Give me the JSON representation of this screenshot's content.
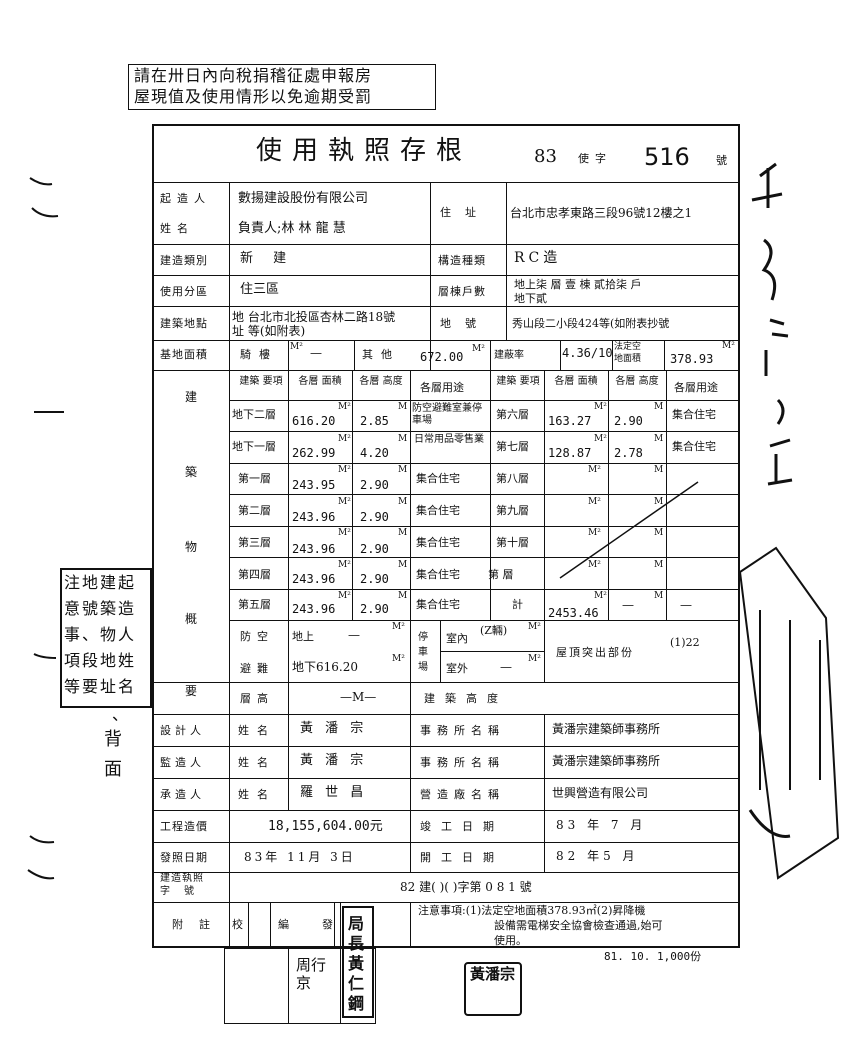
{
  "notice": {
    "line1": "請在卅日內向稅捐稽征處申報房",
    "line2": "屋現值及使用情形以免逾期受罰"
  },
  "header": {
    "title": "使用執照存根",
    "year": "83",
    "word": "使字",
    "number": "516",
    "suffix": "號"
  },
  "owner": {
    "label_top": "起造人",
    "label_bottom": "姓名",
    "company": "數揚建設股份有限公司",
    "rep": "負責人;林 林 龍 慧",
    "addr_label": "住址",
    "addr": "台北市忠孝東路三段96號12樓之1"
  },
  "row_build": {
    "label": "建造類別",
    "value": "新 建",
    "label2": "構造種類",
    "value2": "RC造"
  },
  "row_zone": {
    "label": "使用分區",
    "value": "住三區",
    "label2": "層棟戶數",
    "value2a": "地上柒  層  壹    棟  貳拾柒  戶",
    "value2b": "地下貳"
  },
  "row_site": {
    "label": "建築地點",
    "value1": "地 台北市北投區杏林二路18號",
    "value2": "址 等(如附表)",
    "label2": "地號",
    "value3": "秀山段二小段424等(如附表抄號"
  },
  "row_area": {
    "label": "基地面積",
    "l1": "騎樓",
    "l2": "其他",
    "other": "672.00",
    "label3": "建蔽率",
    "ratio": "4.36/10",
    "label4a": "法定空",
    "label4b": "地面積",
    "legal": "378.93"
  },
  "units": {
    "m2": "M²",
    "m": "M"
  },
  "bldg": {
    "side_label": [
      "建",
      "築",
      "物",
      "概",
      "要"
    ],
    "h1": "建築 要項",
    "h2": "各層 面積",
    "h3": "各層 高度",
    "h4": "各層用途",
    "left": [
      {
        "floor": "地下二層",
        "area": "616.20",
        "height": "2.85",
        "use": "防空避難室兼停車場"
      },
      {
        "floor": "地下一層",
        "area": "262.99",
        "height": "4.20",
        "use": "日常用品零售業"
      },
      {
        "floor": "第一層",
        "area": "243.95",
        "height": "2.90",
        "use": "集合住宅"
      },
      {
        "floor": "第二層",
        "area": "243.96",
        "height": "2.90",
        "use": "集合住宅"
      },
      {
        "floor": "第三層",
        "area": "243.96",
        "height": "2.90",
        "use": "集合住宅"
      },
      {
        "floor": "第四層",
        "area": "243.96",
        "height": "2.90",
        "use": "集合住宅"
      },
      {
        "floor": "第五層",
        "area": "243.96",
        "height": "2.90",
        "use": "集合住宅"
      }
    ],
    "right": [
      {
        "floor": "第六層",
        "area": "163.27",
        "height": "2.90",
        "use": "集合住宅"
      },
      {
        "floor": "第七層",
        "area": "128.87",
        "height": "2.78",
        "use": "集合住宅"
      },
      {
        "floor": "第八層",
        "area": "",
        "height": "",
        "use": ""
      },
      {
        "floor": "第九層",
        "area": "",
        "height": "",
        "use": ""
      },
      {
        "floor": "第十層",
        "area": "",
        "height": "",
        "use": ""
      },
      {
        "floor": "第  層",
        "area": "",
        "height": "",
        "use": ""
      },
      {
        "floor": "計",
        "area": "2453.46",
        "height": "—",
        "use": "—"
      }
    ],
    "shelter_l1": "防空",
    "shelter_l2": "避難",
    "shelter_up": "地上",
    "shelter_up_v": "—",
    "shelter_dn": "地下616.20",
    "park_label": "停車場",
    "park_in": "室內",
    "park_in_v": "(Z輛)",
    "park_out": "室外",
    "park_out_v": "—",
    "roof": "屋頂突出部份",
    "roof_v": "(1)22",
    "floors_label": "層高",
    "floors_v": "—M—",
    "bheight_label": "建築高度"
  },
  "designer": {
    "label": "設計人",
    "name_label": "姓名",
    "name": "黃 潘 宗",
    "office_label": "事務所名稱",
    "office": "黃潘宗建築師事務所"
  },
  "supervisor": {
    "label": "監造人",
    "name_label": "姓名",
    "name": "黃 潘 宗",
    "office_label": "事務所名稱",
    "office": "黃潘宗建築師事務所"
  },
  "contractor": {
    "label": "承造人",
    "name_label": "姓名",
    "name": "羅 世 昌",
    "office_label": "營造廠名稱",
    "office": "世興營造有限公司"
  },
  "cost": {
    "label": "工程造價",
    "value": "18,155,604.00元",
    "label2": "竣工日期",
    "value2": "83  年  7  月"
  },
  "issue": {
    "label": "發照日期",
    "value": "83年  11月  3日",
    "label2": "開工日期",
    "value2": "82  年5  月"
  },
  "permit": {
    "label1": "建造執照",
    "label2": "字號",
    "value": "82 建(        )(        )字第  0 8 1  號"
  },
  "remarks": {
    "label": "附註",
    "c1": "校",
    "c2": "編",
    "c3": "發",
    "note1": "注意事項:(1)法定空地面積378.93㎡(2)昇降機",
    "note2": "設備需電梯安全協會檢查通過,始可",
    "note3": "使用。"
  },
  "footer_code": "81. 10. 1,000份",
  "side_note": {
    "line1": "注地建起",
    "line2": "意號築造",
    "line3": "事、物人",
    "line4": "項段地姓",
    "line5": "等要址名",
    "line6": "、",
    "line7": "背",
    "line8": "面"
  },
  "stamp_director": "局長黃仁鋼",
  "stamp_seal": "黃潘宗",
  "stamp_left": "周行京"
}
